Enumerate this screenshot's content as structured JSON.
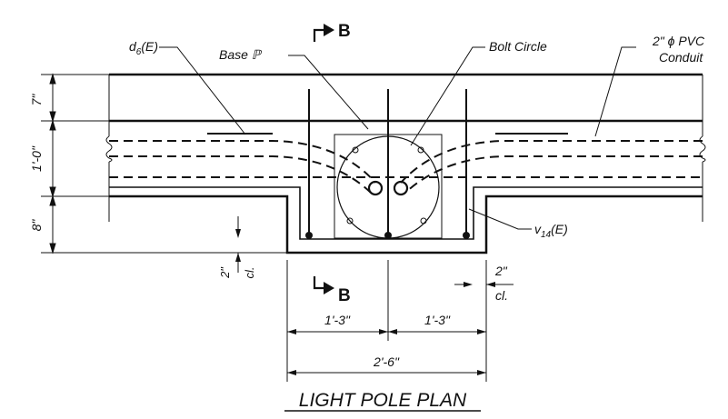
{
  "title": "LIGHT POLE PLAN",
  "section_mark": "B",
  "labels": {
    "d6": "d",
    "d6_sub": "6",
    "d6_suffix": "(E)",
    "base_pl": "Base ℙ",
    "bolt_circle": "Bolt Circle",
    "conduit_line1": "2\" ϕ PVC",
    "conduit_line2": "Conduit",
    "v14": "v",
    "v14_sub": "14",
    "v14_suffix": "(E)"
  },
  "dimensions": {
    "top_band": "7\"",
    "mid_band": "1'-0\"",
    "bottom_band": "8\"",
    "left_clear": "2\"",
    "left_clear_cl": "cl.",
    "right_clear": "2\"",
    "right_clear_cl": "cl.",
    "half_left": "1'-3\"",
    "half_right": "1'-3\"",
    "overall": "2'-6\""
  },
  "colors": {
    "ink": "#111111",
    "paper": "#ffffff"
  }
}
